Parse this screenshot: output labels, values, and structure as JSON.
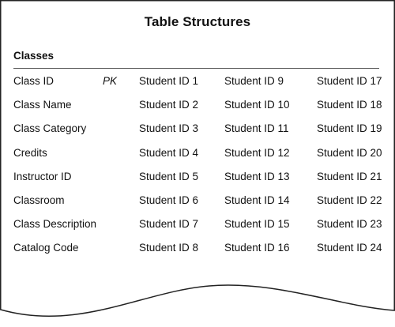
{
  "title": "Table Structures",
  "section": {
    "heading": "Classes"
  },
  "rows": [
    {
      "field": "Class ID",
      "key": "PK",
      "col1": "Student ID 1",
      "col2": "Student ID 9",
      "col3": "Student ID 17"
    },
    {
      "field": "Class Name",
      "key": "",
      "col1": "Student ID 2",
      "col2": "Student ID 10",
      "col3": "Student ID 18"
    },
    {
      "field": "Class Category",
      "key": "",
      "col1": "Student ID 3",
      "col2": "Student ID 11",
      "col3": "Student ID 19"
    },
    {
      "field": "Credits",
      "key": "",
      "col1": "Student ID 4",
      "col2": "Student ID 12",
      "col3": "Student ID 20"
    },
    {
      "field": "Instructor ID",
      "key": "",
      "col1": "Student ID 5",
      "col2": "Student ID 13",
      "col3": "Student ID 21"
    },
    {
      "field": "Classroom",
      "key": "",
      "col1": "Student ID 6",
      "col2": "Student ID 14",
      "col3": "Student ID 22"
    },
    {
      "field": "Class Description",
      "key": "",
      "col1": "Student ID 7",
      "col2": "Student ID 15",
      "col3": "Student ID 23"
    },
    {
      "field": "Catalog Code",
      "key": "",
      "col1": "Student ID 8",
      "col2": "Student ID 16",
      "col3": "Student ID 24"
    }
  ]
}
